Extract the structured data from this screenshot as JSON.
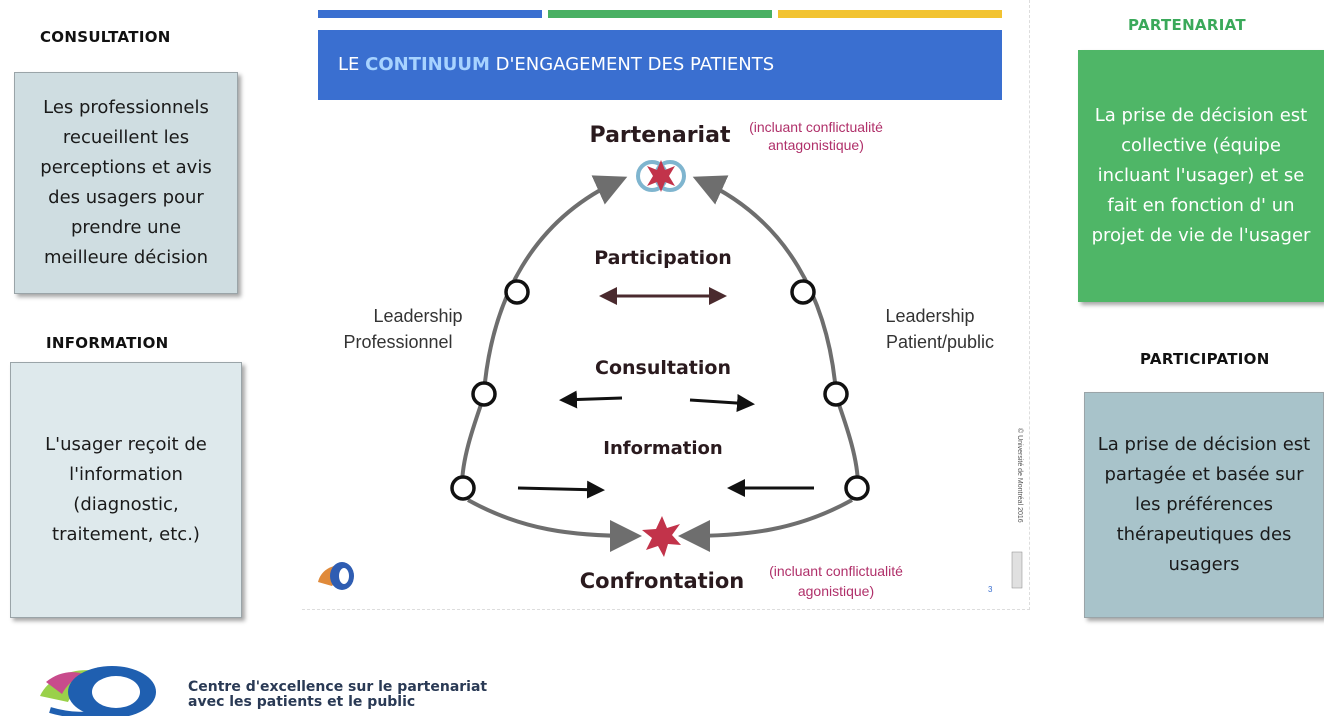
{
  "left_panel": {
    "consultation": {
      "heading": "CONSULTATION",
      "text": "Les professionnels\nrecueillent les\nperceptions et avis\ndes usagers pour\nprendre une\nmeilleure décision"
    },
    "information": {
      "heading": "INFORMATION",
      "text": "L'usager reçoit de\nl'information\n(diagnostic,\ntraitement, etc.)"
    }
  },
  "right_panel": {
    "partenariat": {
      "heading": "PARTENARIAT",
      "text": "La prise de décision est\ncollective (équipe\nincluant l'usager) et se\nfait en fonction d' un\nprojet de vie de l'usager"
    },
    "participation": {
      "heading": "PARTICIPATION",
      "text": "La prise de décision est\npartagée et basée sur\nles préférences\nthérapeutiques des\nusagers"
    }
  },
  "slide": {
    "title_prefix": "LE ",
    "title_highlight": "CONTINUUM",
    "title_suffix": " D'ENGAGEMENT DES PATIENTS",
    "top_label": "Partenariat",
    "top_note_1": "(incluant conflictualité",
    "top_note_2": "antagonistique)",
    "participation_label": "Participation",
    "consultation_label": "Consultation",
    "information_label": "Information",
    "bottom_label": "Confrontation",
    "bottom_note_1": "(incluant conflictualité",
    "bottom_note_2": "agonistique)",
    "left_leader_1": "Leadership",
    "left_leader_2": "Professionnel",
    "right_leader_1": "Leadership",
    "right_leader_2": "Patient/public",
    "copyright": "© Université de Montréal 2016",
    "page_number": "3",
    "colors": {
      "blue": "#3a6fd0",
      "green": "#49b063",
      "yellow": "#f2c331",
      "star": "#c2334a",
      "note": "#b0306a",
      "arrow": "#6e6e6e"
    }
  },
  "footer": {
    "org_name": "Centre d'excellence sur le partenariat\navec les patients et le public",
    "logo": "cepp-logo-icon"
  }
}
